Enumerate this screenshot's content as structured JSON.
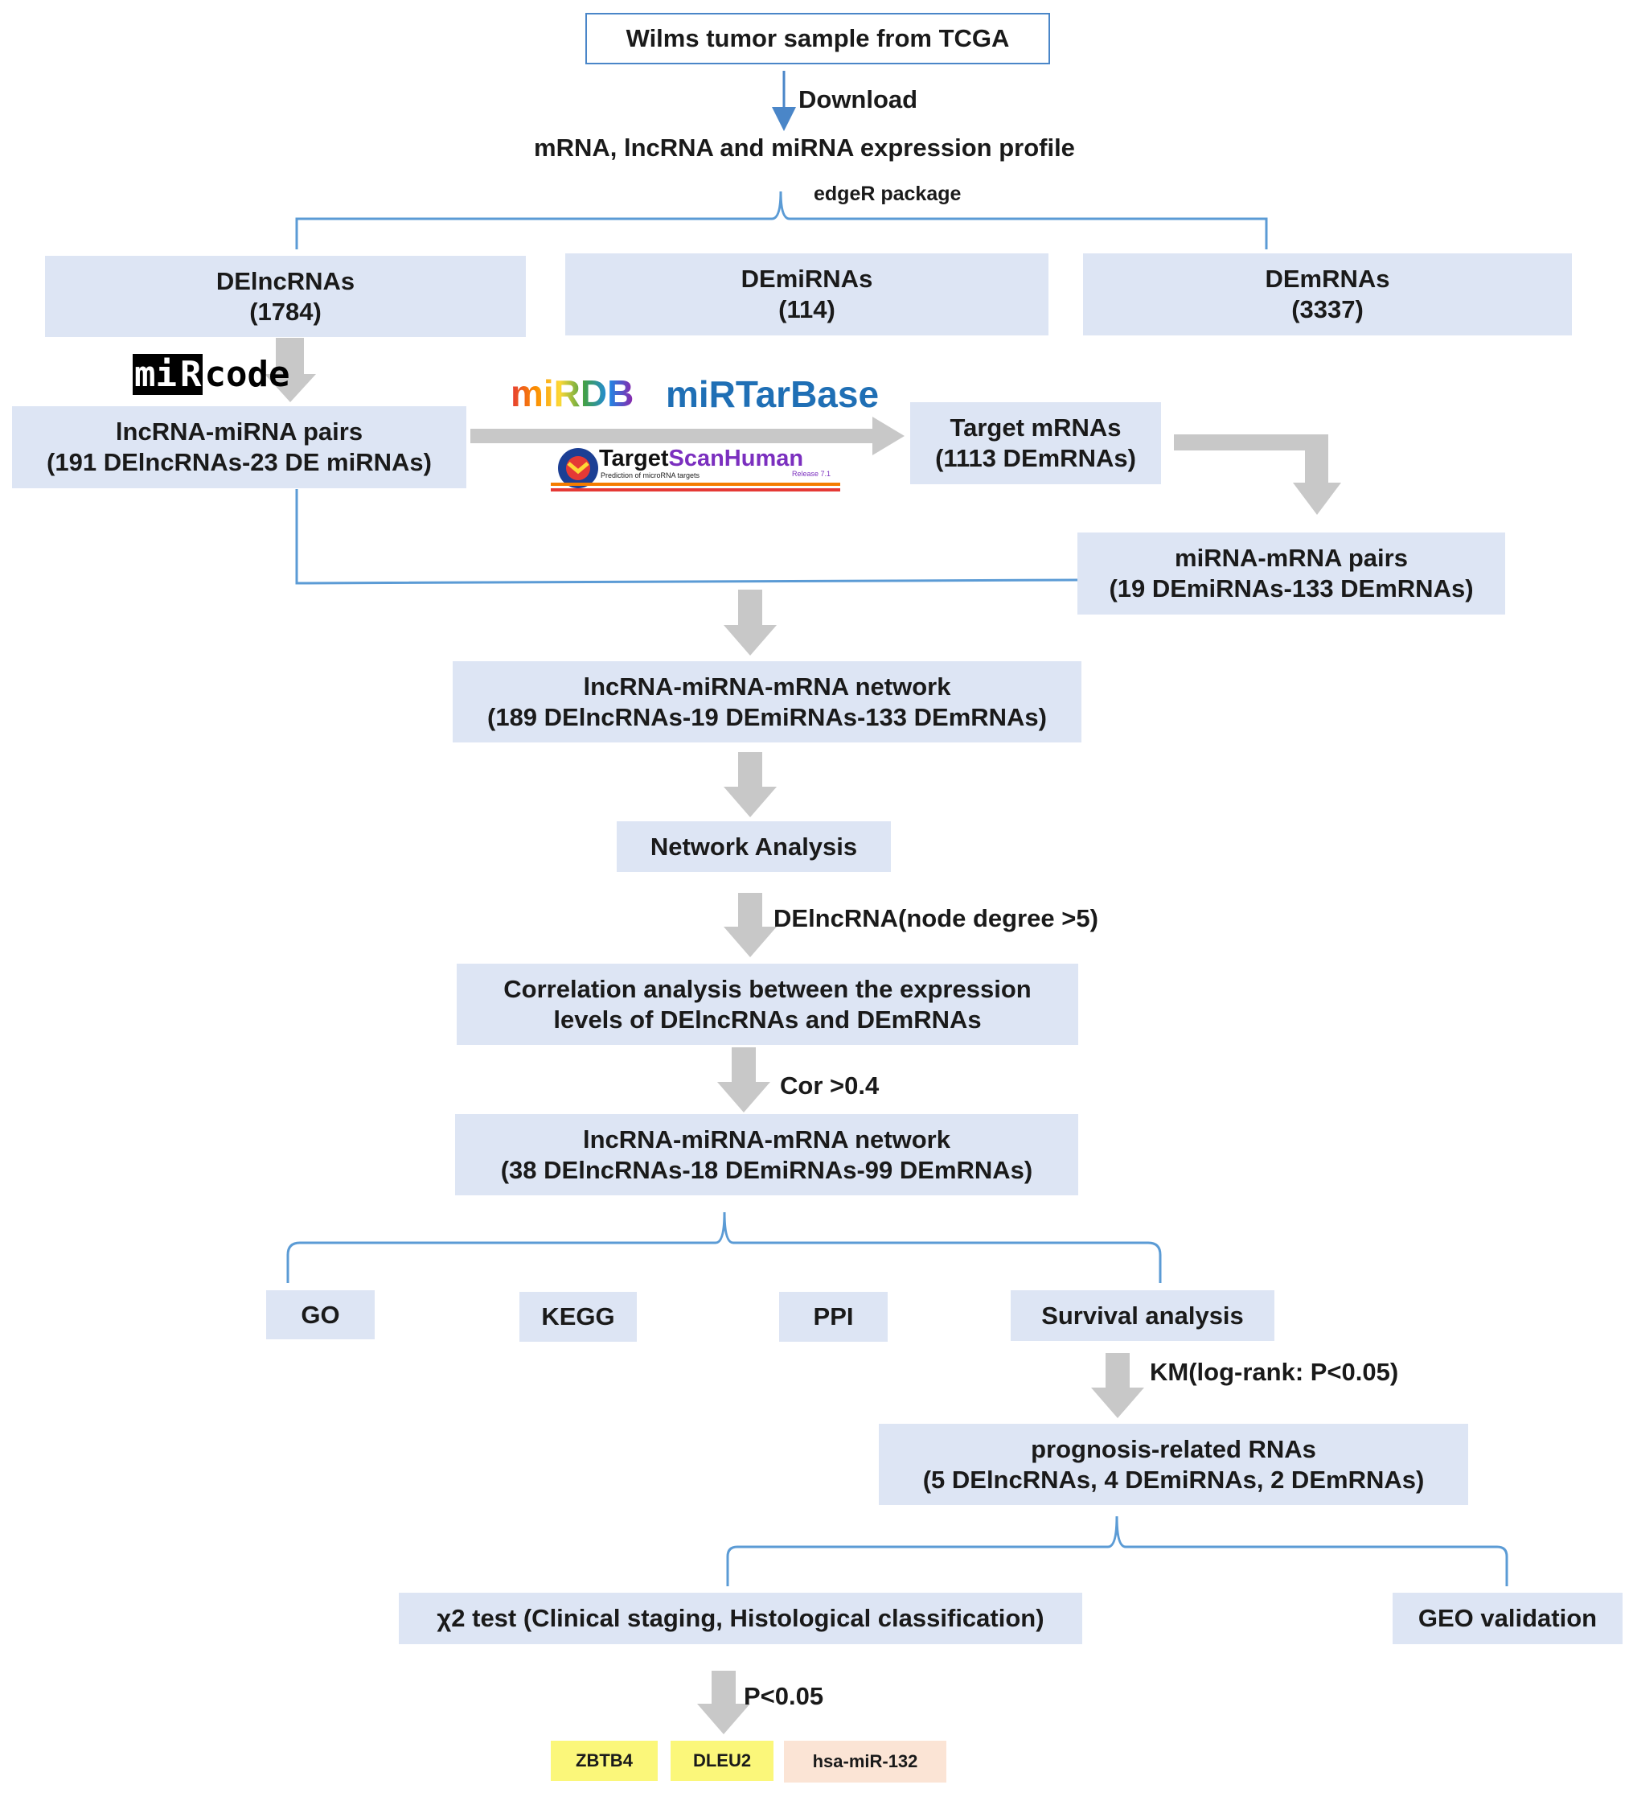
{
  "title": "Wilms tumor sample from TCGA",
  "download_label": "Download",
  "profile_label": "mRNA, lncRNA and miRNA expression profile",
  "edger_label": "edgeR package",
  "nodes": {
    "delnc": {
      "line1": "DElncRNAs",
      "line2": "(1784)"
    },
    "demi": {
      "line1": "DEmiRNAs",
      "line2": "(114)"
    },
    "dem": {
      "line1": "DEmRNAs",
      "line2": "(3337)"
    },
    "lnc_mi_pairs": {
      "line1": "lncRNA-miRNA pairs",
      "line2": "(191 DElncRNAs-23 DE miRNAs)"
    },
    "target_mrnas": {
      "line1": "Target mRNAs",
      "line2": "(1113 DEmRNAs)"
    },
    "mi_m_pairs": {
      "line1": "miRNA-mRNA pairs",
      "line2": "(19 DEmiRNAs-133 DEmRNAs)"
    },
    "network1": {
      "line1": "lncRNA-miRNA-mRNA network",
      "line2": "(189 DElncRNAs-19 DEmiRNAs-133 DEmRNAs)"
    },
    "network_analysis": {
      "line1": "Network Analysis"
    },
    "correlation": {
      "line1": "Correlation analysis between the expression",
      "line2": "levels of DElncRNAs and DEmRNAs"
    },
    "network2": {
      "line1": "lncRNA-miRNA-mRNA network",
      "line2": "(38 DElncRNAs-18 DEmiRNAs-99 DEmRNAs)"
    },
    "go": {
      "line1": "GO"
    },
    "kegg": {
      "line1": "KEGG"
    },
    "ppi": {
      "line1": "PPI"
    },
    "survival": {
      "line1": "Survival analysis"
    },
    "prognosis": {
      "line1": "prognosis-related RNAs",
      "line2": "(5 DElncRNAs, 4 DEmiRNAs, 2 DEmRNAs)"
    },
    "chi2": {
      "line1": "χ2 test (Clinical staging, Histological classification)"
    },
    "geo": {
      "line1": "GEO validation"
    }
  },
  "edge_labels": {
    "node_degree": "DElncRNA(node degree >5)",
    "cor": "Cor >0.4",
    "km": "KM(log-rank: P<0.05)",
    "p": "P<0.05"
  },
  "results": {
    "zbtb4": "ZBTB4",
    "dleu2": "DLEU2",
    "mir132": "hsa-miR-132"
  },
  "logos": {
    "mircode_a": "mi",
    "mircode_b": "R",
    "mircode_c": "code",
    "mirdb": "miRDB",
    "mirtarbase": "miRTarBase",
    "targetscan_a": "Target",
    "targetscan_b": "ScanHuman",
    "targetscan_sub": "Prediction of microRNA targets",
    "targetscan_release": "Release 7.1"
  },
  "colors": {
    "box": "#dde5f4",
    "bracket": "#5b9bd5",
    "arrow": "#c8c8c8",
    "zbtb4": "#fbf77a",
    "dleu2": "#fbf77a",
    "mir132": "#fbe4d5"
  }
}
